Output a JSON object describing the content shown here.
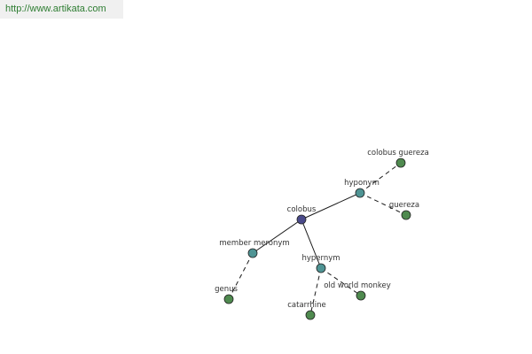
{
  "banner": {
    "url_text": "http://www.artikata.com"
  },
  "colors": {
    "root": "#4a4a8a",
    "relation": "#4f9494",
    "leaf": "#4f8a4f",
    "banner_text": "#2e7d32"
  },
  "graph": {
    "nodes": [
      {
        "id": "colobus",
        "label": "colobus",
        "kind": "root"
      },
      {
        "id": "hyponym",
        "label": "hyponym",
        "kind": "relation"
      },
      {
        "id": "member-meronym",
        "label": "member meronym",
        "kind": "relation"
      },
      {
        "id": "hypernym",
        "label": "hypernym",
        "kind": "relation"
      },
      {
        "id": "colobus-guereza",
        "label": "colobus guereza",
        "kind": "leaf"
      },
      {
        "id": "guereza",
        "label": "guereza",
        "kind": "leaf"
      },
      {
        "id": "genus",
        "label": "genus",
        "kind": "leaf"
      },
      {
        "id": "old-world-monkey",
        "label": "old world monkey",
        "kind": "leaf"
      },
      {
        "id": "catarrhine",
        "label": "catarrhine",
        "kind": "leaf"
      }
    ],
    "edges": [
      {
        "from": "colobus",
        "to": "hyponym",
        "style": "solid"
      },
      {
        "from": "colobus",
        "to": "member-meronym",
        "style": "solid"
      },
      {
        "from": "colobus",
        "to": "hypernym",
        "style": "solid"
      },
      {
        "from": "hyponym",
        "to": "colobus-guereza",
        "style": "dashed"
      },
      {
        "from": "hyponym",
        "to": "guereza",
        "style": "dashed"
      },
      {
        "from": "member-meronym",
        "to": "genus",
        "style": "dashed"
      },
      {
        "from": "hypernym",
        "to": "old-world-monkey",
        "style": "dashed"
      },
      {
        "from": "hypernym",
        "to": "catarrhine",
        "style": "dashed"
      }
    ]
  }
}
